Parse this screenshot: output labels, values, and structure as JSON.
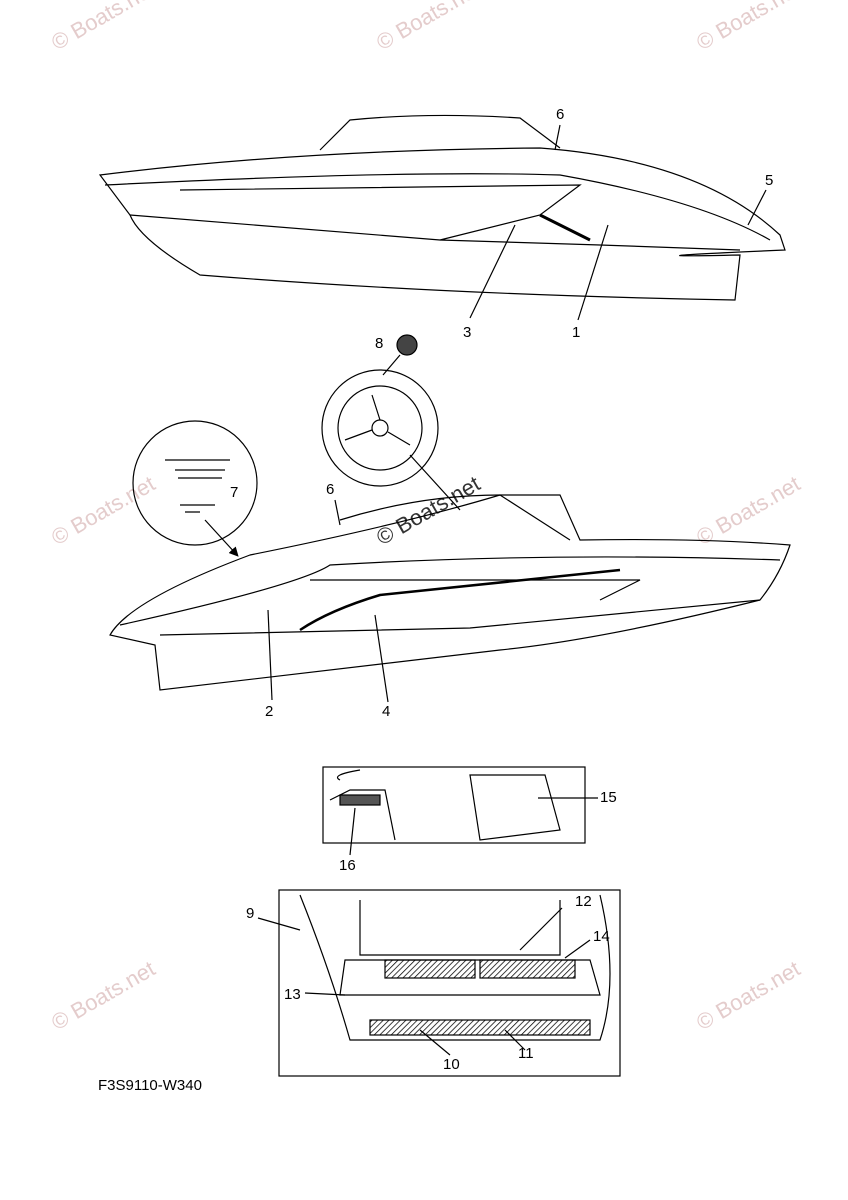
{
  "watermark": "© Boats.net",
  "diagram_code": "F3S9110-W340",
  "callouts": [
    "1",
    "2",
    "3",
    "4",
    "5",
    "6",
    "6",
    "7",
    "8",
    "9",
    "10",
    "11",
    "12",
    "13",
    "14",
    "15",
    "16"
  ],
  "colors": {
    "line": "#000000",
    "watermark": "#e4cccc"
  }
}
